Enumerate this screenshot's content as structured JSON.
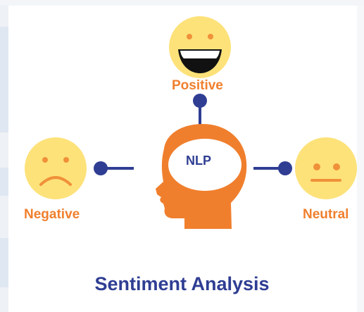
{
  "diagram": {
    "title": "Sentiment Analysis",
    "center_label": "NLP",
    "nodes": [
      {
        "id": "positive",
        "label": "Positive",
        "face": "big-smile-face"
      },
      {
        "id": "negative",
        "label": "Negative",
        "face": "sad-face"
      },
      {
        "id": "neutral",
        "label": "Neutral",
        "face": "neutral-face"
      }
    ]
  },
  "colors": {
    "orange": "#f07f2d",
    "navy": "#2f3e93",
    "face_yellow": "#fde27a",
    "face_feature": "#f0913a"
  }
}
